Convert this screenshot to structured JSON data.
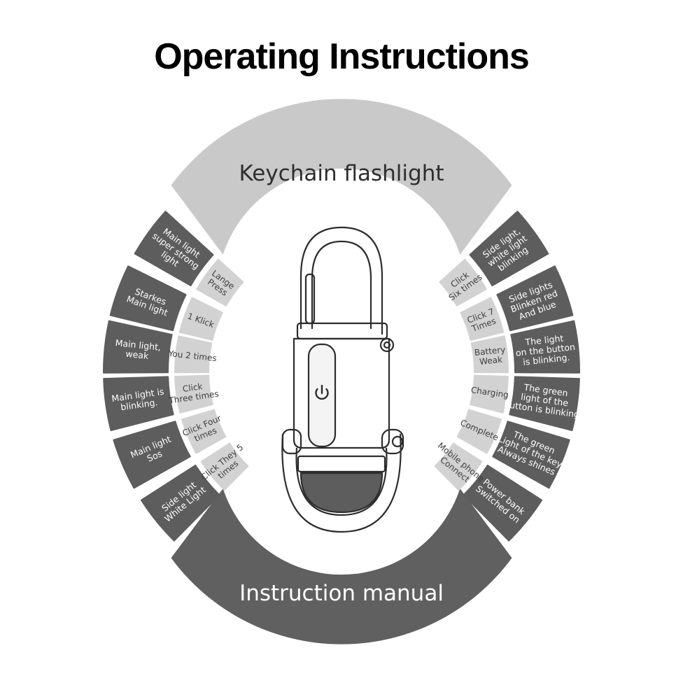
{
  "title": "Operating Instructions",
  "top_arc": "Keychain flashlight",
  "bottom_arc": "Instruction manual",
  "colors": {
    "dark": "#5d5d5d",
    "light": "#bcbcbc",
    "lighter": "#d2d2d2",
    "text_dark": "#2e2e2e"
  },
  "icon": "power-button-icon",
  "left": [
    {
      "result": [
        "Main light",
        "super strong",
        "light"
      ],
      "action": [
        "Lange",
        "Press"
      ]
    },
    {
      "result": [
        "Starkes",
        "Main light"
      ],
      "action": [
        "1 Klick"
      ]
    },
    {
      "result": [
        "Main light,",
        "weak"
      ],
      "action": [
        "You 2 times"
      ]
    },
    {
      "result": [
        "Main light is",
        "blinking."
      ],
      "action": [
        "Click",
        "Three times"
      ]
    },
    {
      "result": [
        "Main light",
        "Sos"
      ],
      "action": [
        "Click Four",
        "times"
      ]
    },
    {
      "result": [
        "Side light",
        "White Light"
      ],
      "action": [
        "Click They 5",
        "times"
      ]
    }
  ],
  "right": [
    {
      "result": [
        "Side light,",
        "white light",
        "blinking"
      ],
      "action": [
        "Click",
        "Six times"
      ]
    },
    {
      "result": [
        "Side lights",
        "Blinken red",
        "And blue"
      ],
      "action": [
        "Click 7",
        "Times"
      ]
    },
    {
      "result": [
        "The light",
        "on the button",
        "is blinking."
      ],
      "action": [
        "Battery",
        "Weak"
      ]
    },
    {
      "result": [
        "The green",
        "light of the",
        "button is blinking."
      ],
      "action": [
        "Charging"
      ]
    },
    {
      "result": [
        "The green",
        "Light of the key",
        "Always shines"
      ],
      "action": [
        "Complete"
      ]
    },
    {
      "result": [
        "Power bank",
        "Switched on"
      ],
      "action": [
        "Mobile phone",
        "Connect"
      ]
    }
  ]
}
